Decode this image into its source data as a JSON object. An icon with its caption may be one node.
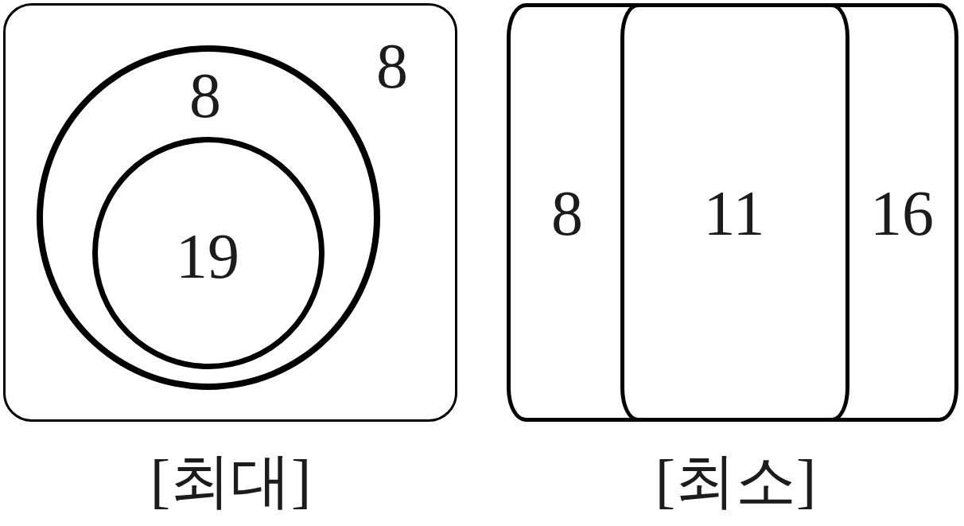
{
  "diagram": {
    "nodes": [
      {
        "text": [
          "8"
        ],
        "beside": [
          "[최대]"
        ]
      },
      {
        "text": [
          "8"
        ],
        "in": 0
      },
      {
        "text": [
          "19"
        ],
        "in": 1
      },
      {
        "text": [
          "8",
          "16"
        ],
        "beside": [
          "[최소]"
        ]
      },
      {
        "text": [
          "11"
        ],
        "in": 3
      }
    ]
  }
}
